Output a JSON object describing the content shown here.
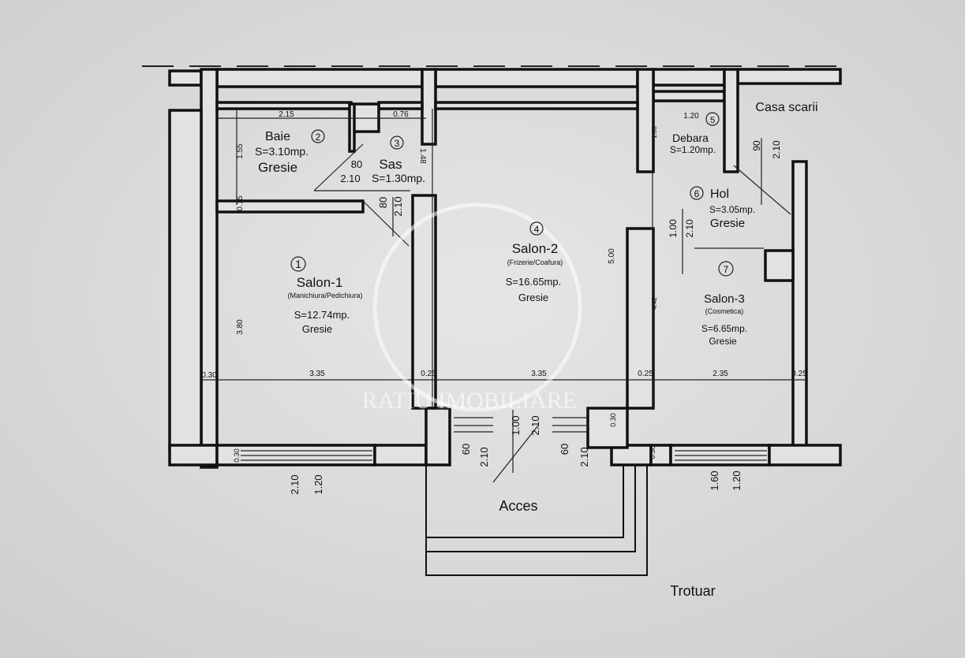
{
  "rooms": [
    {
      "num": "1",
      "name": "Salon-1",
      "use": "(Manichiura/Pedichiura)",
      "area": "S=12.74mp.",
      "floor": "Gresie"
    },
    {
      "num": "2",
      "name": "Baie",
      "area": "S=3.10mp.",
      "floor": "Gresie"
    },
    {
      "num": "3",
      "name": "Sas",
      "area": "S=1.30mp."
    },
    {
      "num": "4",
      "name": "Salon-2",
      "use": "(Frizerie/Coafura)",
      "area": "S=16.65mp.",
      "floor": "Gresie"
    },
    {
      "num": "5",
      "name": "Debara",
      "area": "S=1.20mp."
    },
    {
      "num": "6",
      "name": "Hol",
      "area": "S=3.05mp.",
      "floor": "Gresie"
    },
    {
      "num": "7",
      "name": "Salon-3",
      "use": "(Cosmetica)",
      "area": "S=6.65mp.",
      "floor": "Gresie"
    }
  ],
  "labels": {
    "stairs": "Casa scarii",
    "access": "Acces",
    "sidewalk": "Trotuar",
    "watermark": "RATIU IMOBILIARE"
  },
  "dims": {
    "baie_w": "2.15",
    "sas_w": "0.76",
    "baie_h": "1.55",
    "wall_015": "0.15",
    "sas_h": "1.48",
    "door_baie_w": "80",
    "door_baie_h": "2.10",
    "door_sas_w": "80",
    "door_sas_h": "2.10",
    "salon1_h": "3.80",
    "salon1_w": "3.35",
    "wall_l": "0.30",
    "wall_m1": "0.25",
    "salon2_w": "3.35",
    "salon2_h": "5.00",
    "wall_m2": "0.25",
    "salon3_w": "2.35",
    "wall_r": "0.25",
    "debara_w": "1.20",
    "debara_h": "1.00",
    "stairs_door_w": "90",
    "stairs_door_h": "2.10",
    "hol_door_w": "1.00",
    "hol_door_h": "2.10",
    "salon3_h": "4.42",
    "entry_w": "1.00",
    "entry_h": "2.10",
    "step_l_w": "60",
    "step_l_h": "2.10",
    "step_r_w": "60",
    "step_r_h": "2.10",
    "wall_030a": "0.30",
    "wall_030b": "0.30",
    "wall_030c": "0.30",
    "win1_h": "2.10",
    "win1_w": "1.20",
    "win3_h": "1.60",
    "win3_w": "1.20"
  }
}
